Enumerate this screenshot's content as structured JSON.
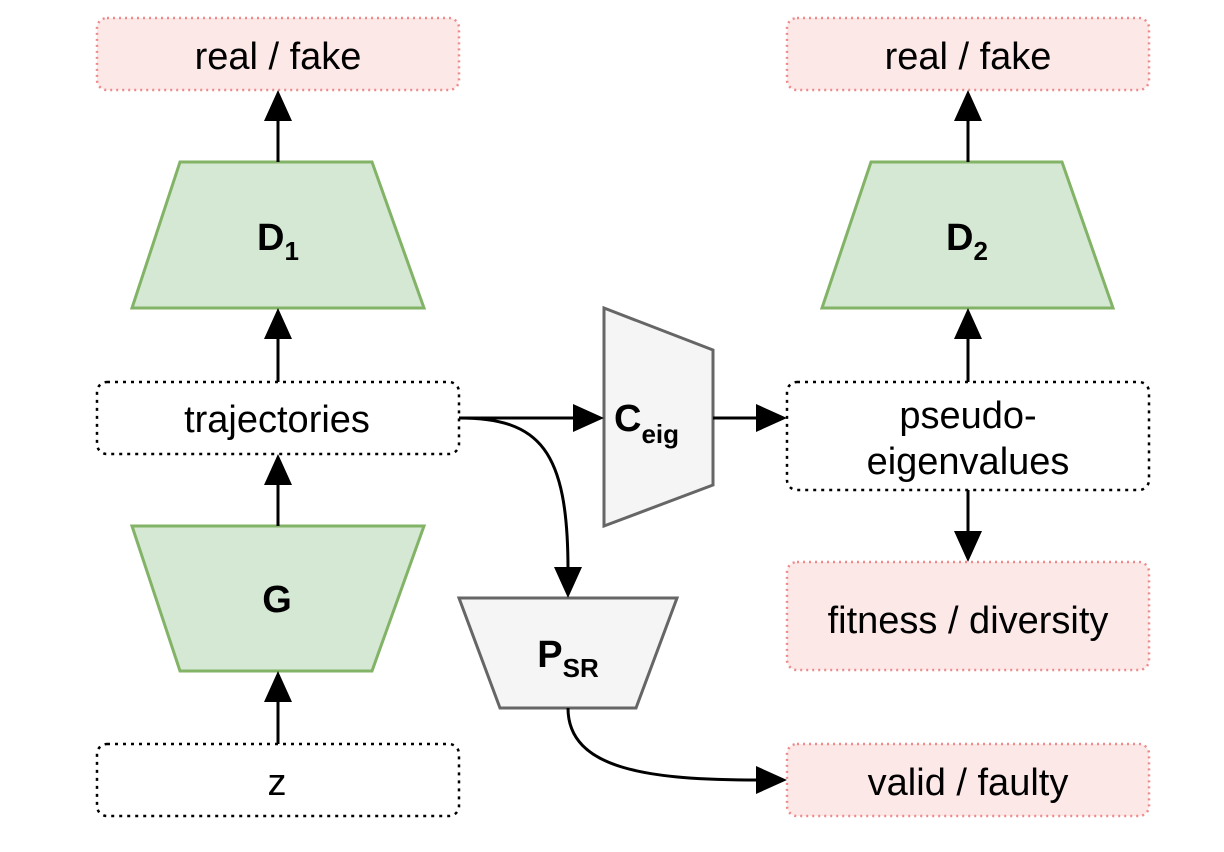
{
  "nodes": {
    "out_d1": "real / fake",
    "out_d2": "real / fake",
    "d1": {
      "main": "D",
      "sub": "1"
    },
    "d2": {
      "main": "D",
      "sub": "2"
    },
    "g": "G",
    "z": "z",
    "trajectories": "trajectories",
    "ceig": {
      "main": "C",
      "sub": "eig"
    },
    "psr": {
      "main": "P",
      "sub": "SR"
    },
    "pseudo_line1": "pseudo-",
    "pseudo_line2": "eigenvalues",
    "fitness": "fitness / diversity",
    "valid": "valid / faulty"
  },
  "colors": {
    "network_fill": "#d5e8d4",
    "network_stroke": "#82b366",
    "module_fill": "#f5f5f5",
    "module_stroke": "#666666",
    "output_fill": "#fde8e8",
    "output_stroke": "#ee8a8a"
  }
}
